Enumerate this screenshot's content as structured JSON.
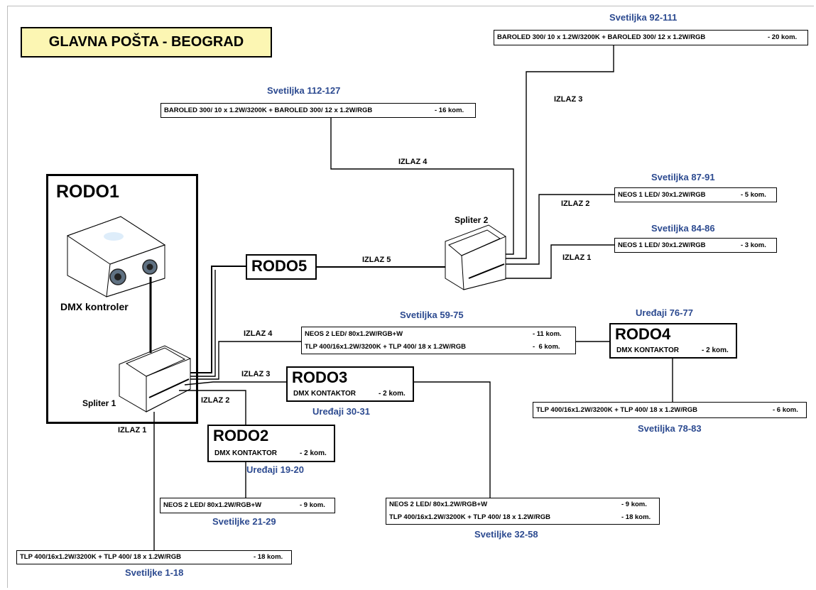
{
  "title": "GLAVNA POŠTA  - BEOGRAD",
  "controller": {
    "rodo_name": "RODO1",
    "device_label": "DMX kontroler",
    "spliter1_label": "Spliter 1",
    "spliter2_label": "Spliter 2"
  },
  "rodos": {
    "rodo2": {
      "name": "RODO2",
      "sub": "DMX KONTAKTOR",
      "qty": "- 2 kom.",
      "caption": "Uređaji 19-20"
    },
    "rodo3": {
      "name": "RODO3",
      "sub": "DMX KONTAKTOR",
      "qty": "- 2 kom.",
      "caption": "Uređaji 30-31"
    },
    "rodo4": {
      "name": "RODO4",
      "sub": "DMX KONTAKTOR",
      "qty": "- 2 kom.",
      "caption": "Uređaji 76-77"
    },
    "rodo5": {
      "name": "RODO5"
    }
  },
  "fixtures": {
    "s92": {
      "caption": "Svetiljka 92-111",
      "lines": [
        {
          "text": "BAROLED 300/ 10 x 1.2W/3200K + BAROLED 300/ 12 x 1.2W/RGB",
          "qty": "- 20 kom."
        }
      ]
    },
    "s112": {
      "caption": "Svetiljka 112-127",
      "lines": [
        {
          "text": "BAROLED 300/ 10 x 1.2W/3200K + BAROLED 300/ 12 x 1.2W/RGB",
          "qty": "- 16 kom."
        }
      ]
    },
    "s87": {
      "caption": "Svetiljka 87-91",
      "lines": [
        {
          "text": "NEOS 1 LED/ 30x1.2W/RGB",
          "qty": "- 5 kom."
        }
      ]
    },
    "s84": {
      "caption": "Svetiljka 84-86",
      "lines": [
        {
          "text": "NEOS 1 LED/ 30x1.2W/RGB",
          "qty": "- 3 kom."
        }
      ]
    },
    "s59": {
      "caption": "Svetiljka 59-75",
      "lines": [
        {
          "text": "NEOS 2 LED/ 80x1.2W/RGB+W",
          "qty": "- 11 kom."
        },
        {
          "text": "TLP 400/16x1.2W/3200K + TLP 400/ 18 x 1.2W/RGB",
          "qty": "-  6 kom."
        }
      ]
    },
    "s78": {
      "caption": "Svetiljka 78-83",
      "lines": [
        {
          "text": "TLP 400/16x1.2W/3200K + TLP 400/ 18 x 1.2W/RGB",
          "qty": "- 6 kom."
        }
      ]
    },
    "s21": {
      "caption": "Svetiljke 21-29",
      "lines": [
        {
          "text": "NEOS 2 LED/ 80x1.2W/RGB+W",
          "qty": "- 9 kom."
        }
      ]
    },
    "s32": {
      "caption": "Svetiljke 32-58",
      "lines": [
        {
          "text": "NEOS 2 LED/ 80x1.2W/RGB+W",
          "qty": "- 9 kom."
        },
        {
          "text": "TLP 400/16x1.2W/3200K + TLP 400/ 18 x 1.2W/RGB",
          "qty": "- 18 kom."
        }
      ]
    },
    "s1": {
      "caption": "Svetiljke 1-18",
      "lines": [
        {
          "text": "TLP 400/16x1.2W/3200K + TLP 400/ 18 x 1.2W/RGB",
          "qty": "- 18 kom."
        }
      ]
    }
  },
  "outputs": {
    "sp1_izlaz1": "IZLAZ 1",
    "sp1_izlaz2": "IZLAZ 2",
    "sp1_izlaz3": "IZLAZ 3",
    "sp1_izlaz4": "IZLAZ 4",
    "sp2_izlaz1": "IZLAZ 1",
    "sp2_izlaz2": "IZLAZ 2",
    "sp2_izlaz3": "IZLAZ 3",
    "sp2_izlaz4": "IZLAZ 4",
    "sp2_izlaz5": "IZLAZ 5"
  },
  "colors": {
    "title_bg": "#fcf6b3",
    "caption_text": "#2c4a90",
    "dmx_body": "#3f8fd9",
    "spliter_red": "#d33a2c"
  }
}
